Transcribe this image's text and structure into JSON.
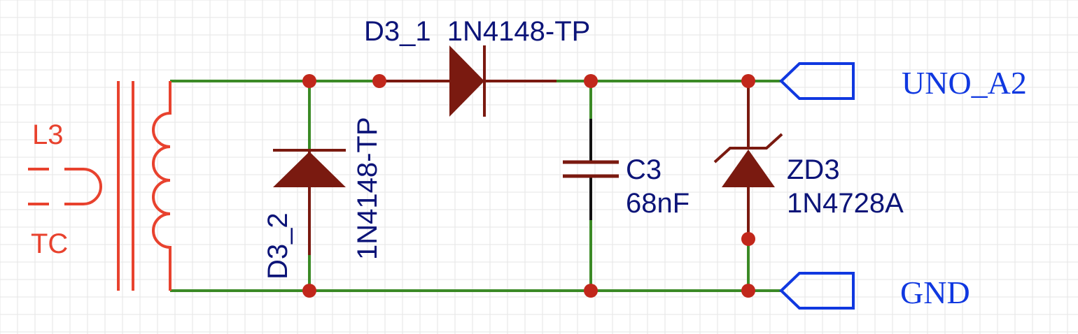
{
  "colors": {
    "wire": "#3b8a26",
    "part": "#7a1a10",
    "node": "#c1271b",
    "transformer": "#e8422e",
    "port": "#1038e0",
    "text": "#0c1478",
    "grid": "#e6e6e6"
  },
  "transformer": {
    "designator": "L3",
    "value": "TC"
  },
  "diode_series": {
    "designator": "D3_1",
    "value": "1N4148-TP"
  },
  "diode_shunt": {
    "designator": "D3_2",
    "value": "1N4148-TP"
  },
  "capacitor": {
    "designator": "C3",
    "value": "68nF"
  },
  "zener": {
    "designator": "ZD3",
    "value": "1N4728A"
  },
  "ports": {
    "top": "UNO_A2",
    "bottom": "GND"
  }
}
